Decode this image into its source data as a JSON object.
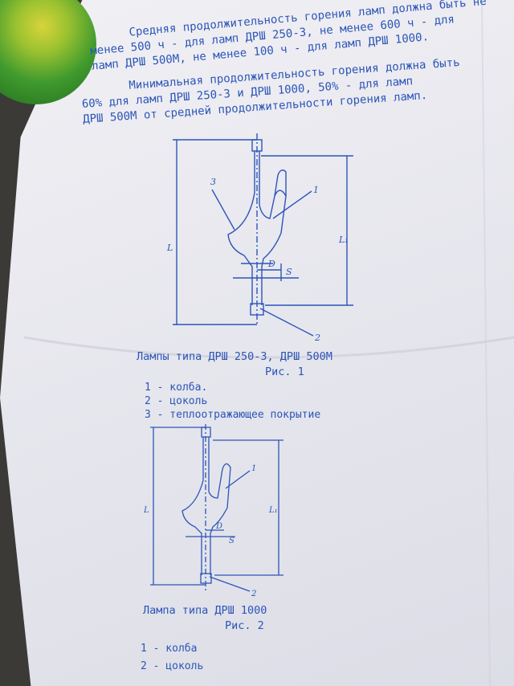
{
  "paragraph1": {
    "line1": "Средняя продолжительность горения ламп должна быть не",
    "line2": "менее 500 ч - для ламп ДРШ 250-3, не менее 600 ч -  для",
    "line3": "ламп ДРШ 500М, не менее 100 ч - для ламп ДРШ 1000."
  },
  "paragraph2": {
    "line1": "Минимальная продолжительность горения должна быть",
    "line2": "60%  для ламп ДРШ 250-3 и ДРШ 1000, 50% - для ламп",
    "line3": "ДРШ 500М от средней продолжительности горения ламп."
  },
  "figure1": {
    "labels": {
      "L": "L",
      "L1": "L₁",
      "D": "D",
      "S": "S",
      "n1": "1",
      "n2": "2",
      "n3": "3"
    },
    "caption": "Лампы типа ДРШ 250-3, ДРШ 500М",
    "number": "Рис. 1",
    "legend": [
      "1 - колба.",
      "2 - цоколь",
      "3 - теплоотражающее покрытие"
    ]
  },
  "figure2": {
    "labels": {
      "L": "L",
      "L1": "L₁",
      "D": "D",
      "S": "S",
      "n1": "1",
      "n2": "2"
    },
    "caption": "Лампа типа ДРШ 1000",
    "number": "Рис. 2",
    "legend": [
      "1 - колба",
      "2 - цоколь"
    ]
  },
  "colors": {
    "ink": "#2c55b8",
    "paper": "#ecebf1",
    "background": "#3b3a36",
    "ball": "#3f9a2e"
  }
}
